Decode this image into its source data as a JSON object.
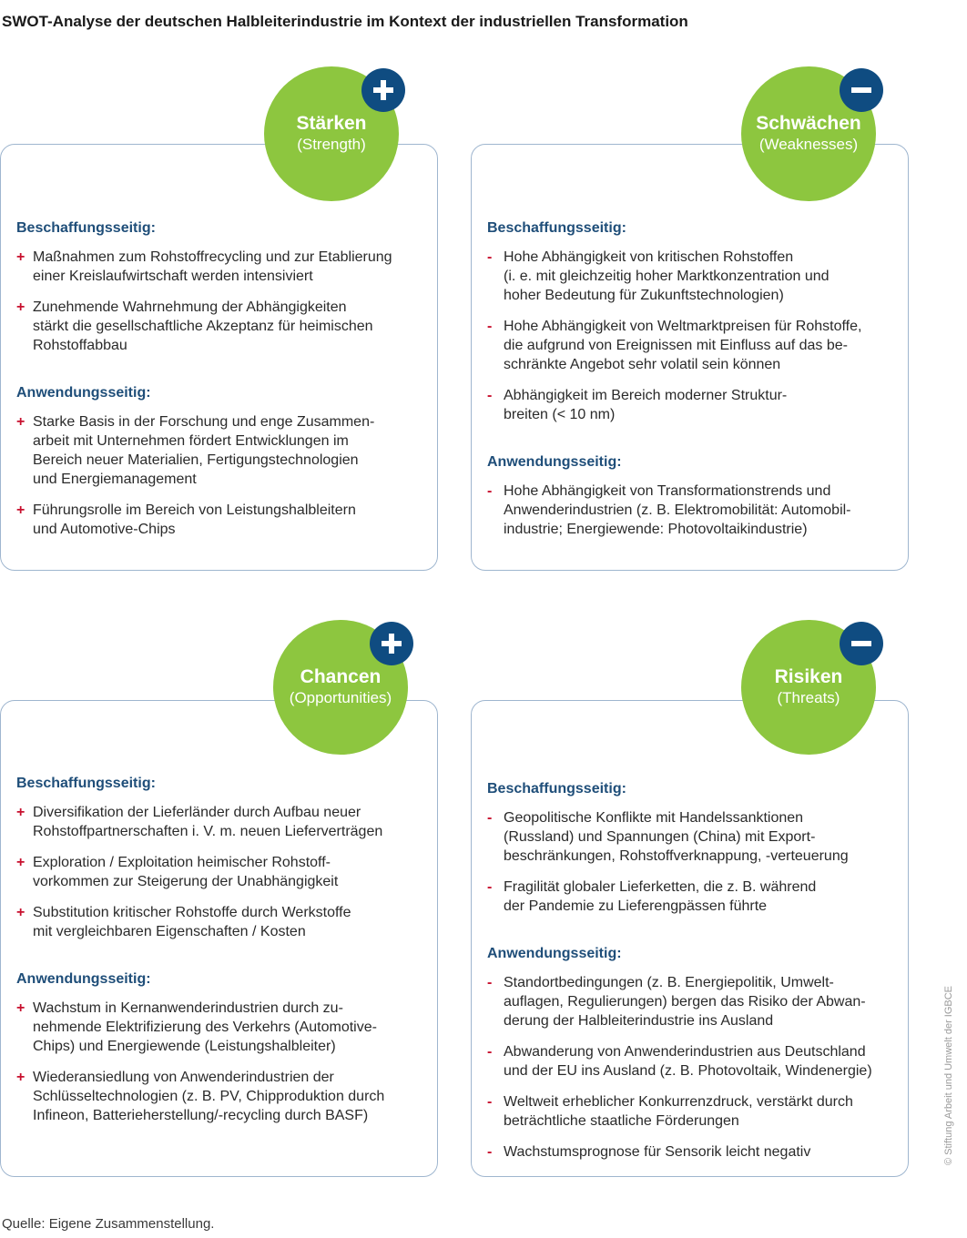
{
  "title": "SWOT-Analyse der deutschen Halbleiterindustrie im Kontext der industriellen Transformation",
  "quadrants": {
    "strengths": {
      "name": "Stärken",
      "sub": "(Strength)",
      "badge": "+",
      "sections": [
        {
          "heading": "Beschaffungsseitig:",
          "items": [
            {
              "bullet": "+",
              "lines": [
                "Maßnahmen zum Rohstoffrecycling und zur Etablierung",
                "einer Kreislaufwirtschaft werden intensiviert"
              ]
            },
            {
              "bullet": "+",
              "lines": [
                "Zunehmende Wahrnehmung der Abhängigkeiten",
                "stärkt die gesellschaftliche Akzeptanz für heimischen",
                "Rohstoffabbau"
              ]
            }
          ]
        },
        {
          "heading": "Anwendungsseitig:",
          "items": [
            {
              "bullet": "+",
              "lines": [
                "Starke Basis in der Forschung und enge Zusammen-",
                "arbeit mit Unternehmen fördert Entwicklungen im",
                "Bereich neuer Materialien, Fertigungstechnologien",
                "und Energiemanagement"
              ]
            },
            {
              "bullet": "+",
              "lines": [
                "Führungsrolle im Bereich von Leistungshalbleitern",
                "und Automotive-Chips"
              ]
            }
          ]
        }
      ]
    },
    "weaknesses": {
      "name": "Schwächen",
      "sub": "(Weaknesses)",
      "badge": "−",
      "sections": [
        {
          "heading": "Beschaffungsseitig:",
          "items": [
            {
              "bullet": "-",
              "lines": [
                "Hohe Abhängigkeit von kritischen Rohstoffen",
                "(i. e. mit gleichzeitig hoher Marktkonzentration und",
                "hoher Bedeutung für Zukunftstechnologien)"
              ]
            },
            {
              "bullet": "-",
              "lines": [
                "Hohe Abhängigkeit von Weltmarktpreisen für Rohstoffe,",
                "die aufgrund von Ereignissen mit Einfluss auf das be-",
                "schränkte Angebot sehr volatil sein können"
              ]
            },
            {
              "bullet": "-",
              "lines": [
                "Abhängigkeit im Bereich moderner Struktur-",
                "breiten (< 10 nm)"
              ]
            }
          ]
        },
        {
          "heading": "Anwendungsseitig:",
          "items": [
            {
              "bullet": "-",
              "lines": [
                "Hohe Abhängigkeit von Transformationstrends und",
                "Anwenderindustrien (z. B. Elektromobilität: Automobil-",
                "industrie; Energiewende: Photovoltaikindustrie)"
              ]
            }
          ]
        }
      ]
    },
    "opportunities": {
      "name": "Chancen",
      "sub": "(Opportunities)",
      "badge": "+",
      "sections": [
        {
          "heading": "Beschaffungsseitig:",
          "items": [
            {
              "bullet": "+",
              "lines": [
                "Diversifikation der Lieferländer durch Aufbau neuer",
                "Rohstoffpartnerschaften i. V. m. neuen Lieferverträgen"
              ]
            },
            {
              "bullet": "+",
              "lines": [
                "Exploration / Exploitation heimischer Rohstoff-",
                "vorkommen zur Steigerung der Unabhängigkeit"
              ]
            },
            {
              "bullet": "+",
              "lines": [
                "Substitution kritischer Rohstoffe durch Werkstoffe",
                "mit vergleichbaren Eigenschaften / Kosten"
              ]
            }
          ]
        },
        {
          "heading": "Anwendungsseitig:",
          "items": [
            {
              "bullet": "+",
              "lines": [
                "Wachstum in Kernanwenderindustrien durch zu-",
                "nehmende Elektrifizierung des Verkehrs (Automotive-",
                "Chips) und Energiewende (Leistungshalbleiter)"
              ]
            },
            {
              "bullet": "+",
              "lines": [
                "Wiederansiedlung von Anwenderindustrien der",
                "Schlüsseltechnologien (z. B. PV, Chipproduktion durch",
                "Infineon, Batterieherstellung/-recycling durch BASF)"
              ]
            }
          ]
        }
      ]
    },
    "threats": {
      "name": "Risiken",
      "sub": "(Threats)",
      "badge": "−",
      "sections": [
        {
          "heading": "Beschaffungsseitig:",
          "items": [
            {
              "bullet": "-",
              "lines": [
                "Geopolitische Konflikte mit Handelssanktionen",
                "(Russland) und Spannungen (China) mit Export-",
                "beschränkungen, Rohstoffverknappung, -verteuerung"
              ]
            },
            {
              "bullet": "-",
              "lines": [
                "Fragilität globaler Lieferketten, die z. B. während",
                "der Pandemie zu Lieferengpässen führte"
              ]
            }
          ]
        },
        {
          "heading": "Anwendungsseitig:",
          "items": [
            {
              "bullet": "-",
              "lines": [
                "Standortbedingungen (z. B. Energiepolitik, Umwelt-",
                "auflagen, Regulierungen) bergen das Risiko der Abwan-",
                "derung der Halbleiterindustrie ins Ausland"
              ]
            },
            {
              "bullet": "-",
              "lines": [
                "Abwanderung von Anwenderindustrien aus Deutschland",
                "und der EU ins Ausland (z. B. Photovoltaik, Windenergie)"
              ]
            },
            {
              "bullet": "-",
              "lines": [
                "Weltweit erheblicher Konkurrenzdruck, verstärkt durch",
                "beträchtliche staatliche Förderungen"
              ]
            },
            {
              "bullet": "-",
              "lines": [
                "Wachstumsprognose für Sensorik leicht negativ"
              ]
            }
          ]
        }
      ]
    }
  },
  "source": "Quelle: Eigene Zusammenstellung.",
  "copyright": "© Stiftung Arbeit und Umwelt der IGBCE",
  "colors": {
    "circle": "#8dc63f",
    "badge": "#0f4c81",
    "heading": "#1f4e79",
    "bullet": "#c8102e",
    "border": "#9fb6cf"
  }
}
